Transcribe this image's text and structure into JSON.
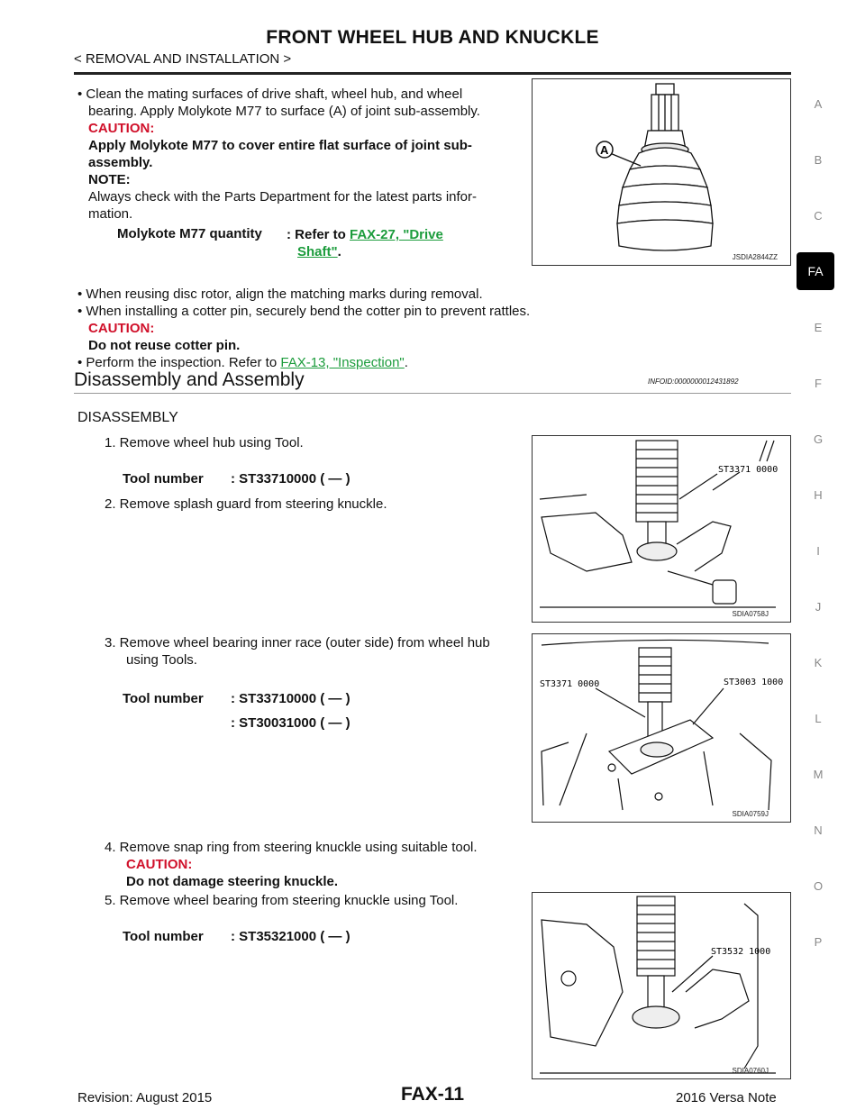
{
  "header": {
    "title": "FRONT WHEEL HUB AND KNUCKLE",
    "subtitle": "< REMOVAL AND INSTALLATION >"
  },
  "side_index": {
    "letters": [
      "A",
      "B",
      "C",
      "FA",
      "E",
      "F",
      "G",
      "H",
      "I",
      "J",
      "K",
      "L",
      "M",
      "N",
      "O",
      "P"
    ],
    "active": "FA"
  },
  "intro": {
    "bullet1_line1": "• Clean the mating surfaces of drive shaft, wheel hub, and wheel",
    "bullet1_line2": "bearing. Apply Molykote M77 to surface (A) of joint sub-assembly.",
    "caution_label": "CAUTION:",
    "caution_line1": "Apply Molykote M77 to cover entire flat surface of joint sub-",
    "caution_line2": "assembly.",
    "note_label": "NOTE:",
    "note_line1": "Always check with the Parts Department for the latest parts infor-",
    "note_line2": "mation.",
    "molykote_label": "Molykote M77 quantity",
    "molykote_refer": ": Refer to ",
    "molykote_link1": "FAX-27, \"Drive",
    "molykote_link2": "Shaft\"",
    "molykote_period": ".",
    "bullet2": "• When reusing disc rotor, align the matching marks during removal.",
    "bullet3": "• When installing a cotter pin, securely bend the cotter pin to prevent rattles.",
    "caution2_label": "CAUTION:",
    "caution2_text": "Do not reuse cotter pin.",
    "bullet4_prefix": "• Perform the inspection. Refer to ",
    "bullet4_link": "FAX-13, \"Inspection\"",
    "bullet4_suffix": "."
  },
  "figure1": {
    "callout": "A",
    "id": "JSDIA2844ZZ"
  },
  "section": {
    "heading": "Disassembly and Assembly",
    "infoid": "INFOID:0000000012431892",
    "subheading": "DISASSEMBLY"
  },
  "steps": {
    "s1": "1.  Remove wheel hub using Tool.",
    "s1_tool_label": "Tool number",
    "s1_tool_value": ": ST33710000 (    —    )",
    "s2": "2.  Remove splash guard from steering knuckle.",
    "s3_line1": "3.  Remove wheel bearing inner race (outer side) from wheel hub",
    "s3_line2": "using Tools.",
    "s3_tool_label": "Tool number",
    "s3_tool_value1": ": ST33710000 (    —    )",
    "s3_tool_value2": ": ST30031000 (    —    )",
    "s4": "4.  Remove snap ring from steering knuckle using suitable tool.",
    "s4_caution_label": "CAUTION:",
    "s4_caution_text": "Do not damage steering knuckle.",
    "s5": "5.  Remove wheel bearing from steering knuckle using Tool.",
    "s5_tool_label": "Tool number",
    "s5_tool_value": ": ST35321000 (    —    )"
  },
  "figure2": {
    "label": "ST3371 0000",
    "id": "SDIA0758J"
  },
  "figure3": {
    "label_left": "ST3371 0000",
    "label_right": "ST3003 1000",
    "id": "SDIA0759J"
  },
  "figure4": {
    "label": "ST3532 1000",
    "id": "SDIA0760J"
  },
  "footer": {
    "revision": "Revision: August 2015",
    "page": "FAX-11",
    "model": "2016 Versa Note"
  }
}
